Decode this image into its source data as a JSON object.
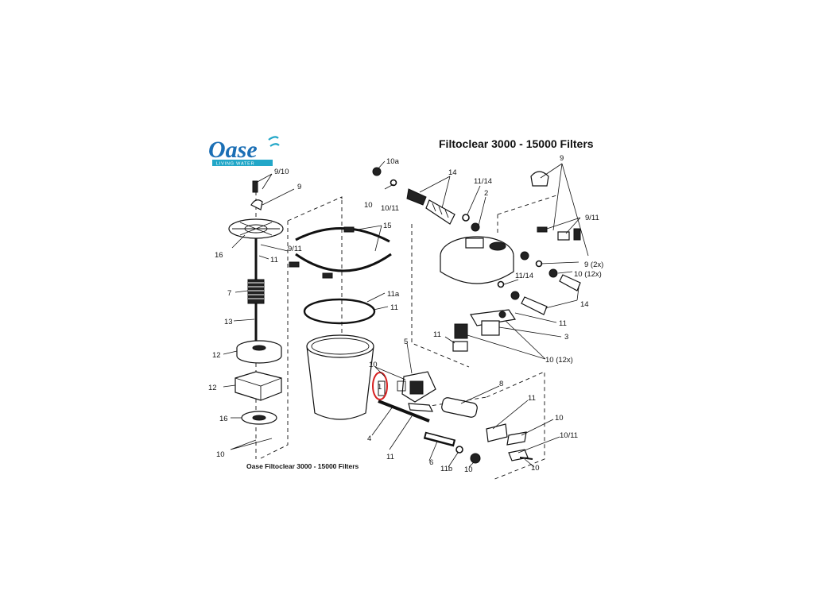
{
  "brand": {
    "name": "Oase",
    "tagline": "LIVING WATER",
    "accent_color": "#1b6fb5",
    "tag_color": "#22a7c8"
  },
  "title": "Filtoclear 3000 - 15000 Filters",
  "caption": "Oase Filtoclear 3000 - 15000 Filters",
  "highlight_color": "#d62020",
  "labels": {
    "l_9_10": "9/10",
    "l_9_top": "9",
    "l_16_top": "16",
    "l_9_11_left": "9/11",
    "l_11_left": "11",
    "l_7": "7",
    "l_13": "13",
    "l_12_a": "12",
    "l_12_b": "12",
    "l_16_bottom": "16",
    "l_10_bottom_left": "10",
    "l_15": "15",
    "l_11a": "11a",
    "l_11_ring": "11",
    "l_10a": "10a",
    "l_10_top": "10",
    "l_10_11_top": "10/11",
    "l_14_top": "14",
    "l_11_14_top": "11/14",
    "l_2": "2",
    "l_9_right": "9",
    "l_9_11_right": "9/11",
    "l_9_2x": "9 (2x)",
    "l_10_12x_a": "10 (12x)",
    "l_11_14_mid": "11/14",
    "l_14_mid": "14",
    "l_11_mid": "11",
    "l_3": "3",
    "l_11_left_inner": "11",
    "l_10_12x_b": "10 (12x)",
    "l_5": "5",
    "l_10_uv": "10",
    "l_1": "1",
    "l_8": "8",
    "l_11_uv": "11",
    "l_10_clip": "10",
    "l_10_11_clip": "10/11",
    "l_10_end": "10",
    "l_4": "4",
    "l_11_tube": "11",
    "l_6": "6",
    "l_11b": "11b",
    "l_10_nut": "10"
  }
}
